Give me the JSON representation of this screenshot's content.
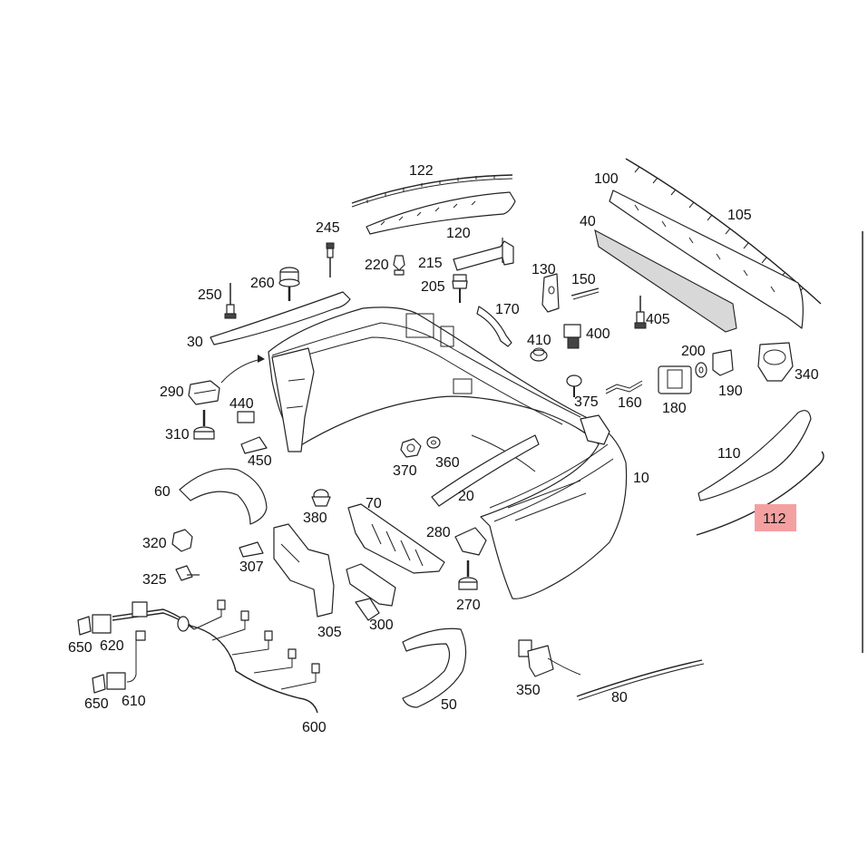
{
  "highlight": {
    "part": "112",
    "color": "#f5a0a0"
  },
  "labels": {
    "p122": "122",
    "p100": "100",
    "p105": "105",
    "p245": "245",
    "p120": "120",
    "p40": "40",
    "p220": "220",
    "p215": "215",
    "p130": "130",
    "p150": "150",
    "p250": "250",
    "p260": "260",
    "p205": "205",
    "p170": "170",
    "p405": "405",
    "p30": "30",
    "p410": "410",
    "p400": "400",
    "p200": "200",
    "p340": "340",
    "p290": "290",
    "p440": "440",
    "p375": "375",
    "p160": "160",
    "p180": "180",
    "p190": "190",
    "p310": "310",
    "p450": "450",
    "p370": "370",
    "p360": "360",
    "p110": "110",
    "p10": "10",
    "p60": "60",
    "p20": "20",
    "p70": "70",
    "p380": "380",
    "p112": "112",
    "p320": "320",
    "p280": "280",
    "p307": "307",
    "p325": "325",
    "p270": "270",
    "p300": "300",
    "p305": "305",
    "p650a": "650",
    "p620": "620",
    "p350": "350",
    "p650b": "650",
    "p610": "610",
    "p50": "50",
    "p80": "80",
    "p600": "600"
  }
}
